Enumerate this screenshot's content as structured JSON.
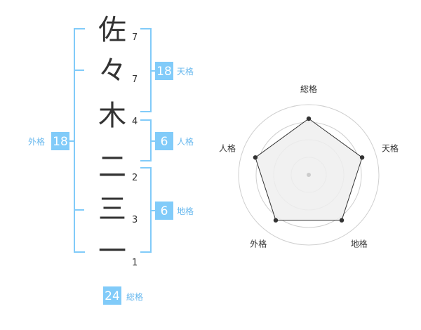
{
  "name_chars": [
    {
      "char": "佐",
      "strokes": "7"
    },
    {
      "char": "々",
      "strokes": "7"
    },
    {
      "char": "木",
      "strokes": "4"
    },
    {
      "char": "二",
      "strokes": "2"
    },
    {
      "char": "三",
      "strokes": "3"
    },
    {
      "char": "一",
      "strokes": "1"
    }
  ],
  "fortune": {
    "tenkaku": {
      "value": "18",
      "label": "天格"
    },
    "jinkaku": {
      "value": "6",
      "label": "人格"
    },
    "chikaku": {
      "value": "6",
      "label": "地格"
    },
    "gaikaku": {
      "value": "18",
      "label": "外格"
    },
    "soukaku": {
      "value": "24",
      "label": "総格"
    }
  },
  "colors": {
    "accent": "#81cbf9",
    "accent_text": "#68b8ee",
    "text": "#333333",
    "ring": "#cfcfcf",
    "radar_fill": "#eeeeee"
  },
  "chart_data": {
    "type": "radar",
    "axes": [
      "総格",
      "天格",
      "地格",
      "外格",
      "人格"
    ],
    "values": [
      4,
      4,
      4,
      4,
      4
    ],
    "range": [
      0,
      5
    ],
    "rings": 4,
    "center_marker": true
  }
}
